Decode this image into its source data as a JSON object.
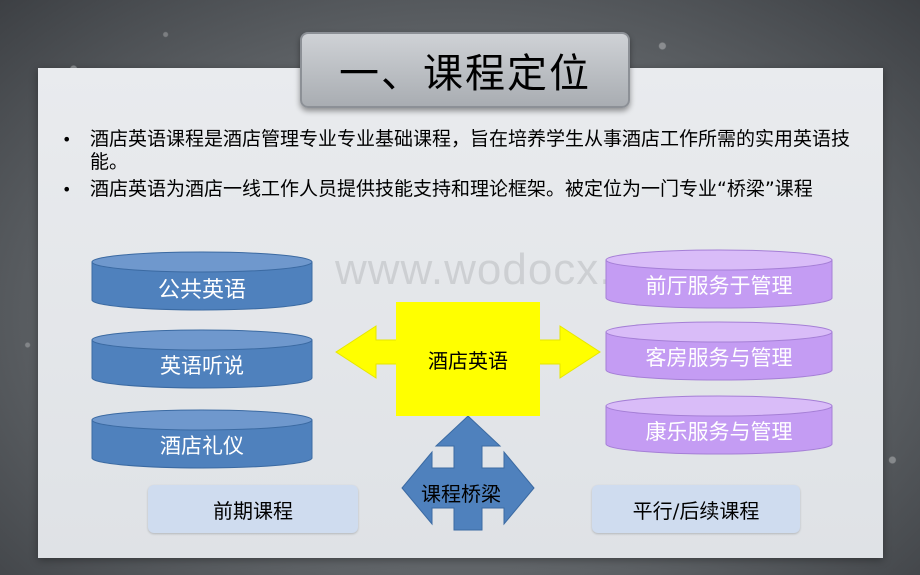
{
  "title": "一、课程定位",
  "bullets": [
    "酒店英语课程是酒店管理专业专业基础课程，旨在培养学生从事酒店工作所需的实用英语技能。",
    "酒店英语为酒店一线工作人员提供技能支持和理论框架。被定位为一门专业“桥梁”课程"
  ],
  "watermark": "www.wodocx.com",
  "diagram": {
    "left_courses": [
      "公共英语",
      "英语听说",
      "酒店礼仪"
    ],
    "right_courses": [
      "前厅服务于管理",
      "客房服务与管理",
      "康乐服务与管理"
    ],
    "center": "酒店英语",
    "bridge": "课程桥梁",
    "left_footer": "前期课程",
    "right_footer": "平行/后续课程"
  },
  "colors": {
    "left_cylinder": "#4f81bd",
    "right_cylinder": "#c49cf3",
    "center_box": "#ffff00",
    "arrows": "#4f81bd",
    "footer_box": "#cfdcef"
  }
}
